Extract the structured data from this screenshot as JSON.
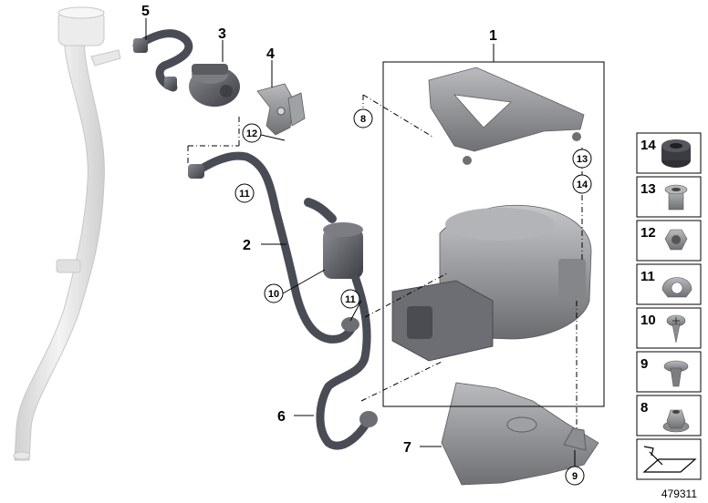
{
  "diagram_id": "479311",
  "callouts": {
    "c1": "1",
    "c2": "2",
    "c3": "3",
    "c4": "4",
    "c5": "5",
    "c6": "6",
    "c7": "7",
    "c8": "8",
    "c9": "9",
    "c10": "10",
    "c11a": "11",
    "c11b": "11",
    "c12": "12",
    "c13": "13",
    "c14": "14"
  },
  "parts_legend": [
    {
      "number": "14",
      "icon": "grommet-icon"
    },
    {
      "number": "13",
      "icon": "spacer-sleeve-icon"
    },
    {
      "number": "12",
      "icon": "hex-nut-icon"
    },
    {
      "number": "11",
      "icon": "hose-clip-icon"
    },
    {
      "number": "10",
      "icon": "screw-icon"
    },
    {
      "number": "9",
      "icon": "expanding-rivet-icon"
    },
    {
      "number": "8",
      "icon": "collar-nut-icon"
    }
  ],
  "colors": {
    "hose": "#4a4c55",
    "filler_neck": "#e6e6e6",
    "metal": "#8b8d91",
    "compressor": "#9a9c9f"
  }
}
